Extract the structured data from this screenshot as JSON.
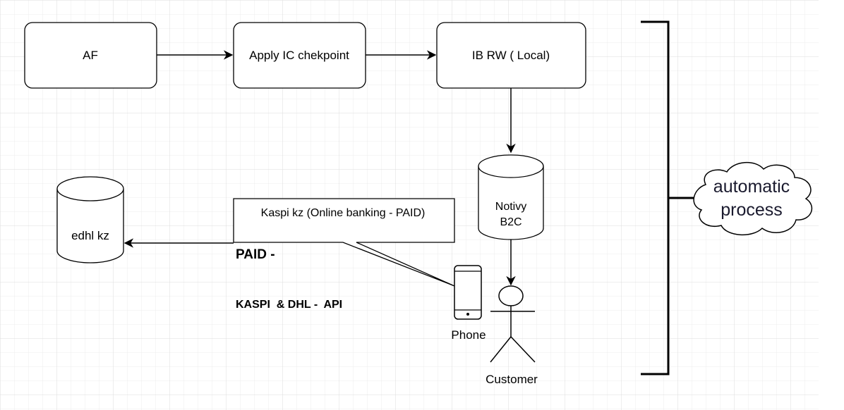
{
  "diagram": {
    "nodes": {
      "af": "AF",
      "apply_ic": "Apply IC chekpoint",
      "ib_rw": "IB RW ( Local)",
      "notivy_line1": "Notivy",
      "notivy_line2": "B2C",
      "edhl": "edhl kz",
      "kaspi_callout": "Kaspi kz (Online banking - PAID)",
      "paid": "PAID -",
      "kaspi_dhl": "KASPI  & DHL -  API",
      "phone": "Phone",
      "customer": "Customer",
      "automatic_line1": "automatic",
      "automatic_line2": "process"
    },
    "colors": {
      "stroke": "#000000",
      "background": "#ffffff",
      "grid": "#e6e6e6",
      "cloud_text": "#1a1a2e"
    }
  }
}
